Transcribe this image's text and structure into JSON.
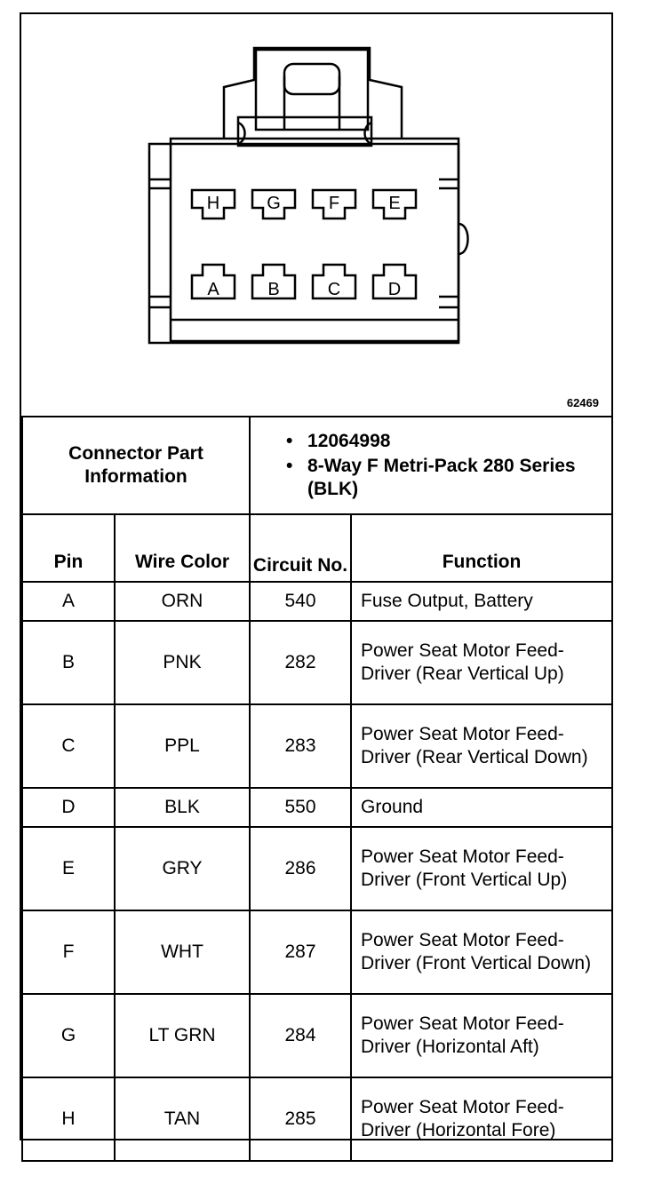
{
  "figure_id": "62469",
  "connector": {
    "pin_top_row": [
      "H",
      "G",
      "F",
      "E"
    ],
    "pin_bottom_row": [
      "A",
      "B",
      "C",
      "D"
    ]
  },
  "part_info": {
    "label": "Connector Part Information",
    "items": [
      "12064998",
      "8-Way F Metri-Pack 280 Series (BLK)"
    ]
  },
  "headers": {
    "pin": "Pin",
    "wire_color": "Wire Color",
    "circuit": "Circuit No.",
    "function": "Function"
  },
  "rows": [
    {
      "pin": "A",
      "wire_color": "ORN",
      "circuit": "540",
      "function": "Fuse Output, Battery"
    },
    {
      "pin": "B",
      "wire_color": "PNK",
      "circuit": "282",
      "function": "Power Seat Motor Feed-Driver (Rear Vertical Up)"
    },
    {
      "pin": "C",
      "wire_color": "PPL",
      "circuit": "283",
      "function": "Power Seat Motor Feed-Driver (Rear Vertical Down)"
    },
    {
      "pin": "D",
      "wire_color": "BLK",
      "circuit": "550",
      "function": "Ground"
    },
    {
      "pin": "E",
      "wire_color": "GRY",
      "circuit": "286",
      "function": "Power Seat Motor Feed-Driver (Front Vertical Up)"
    },
    {
      "pin": "F",
      "wire_color": "WHT",
      "circuit": "287",
      "function": "Power Seat Motor Feed-Driver (Front Vertical Down)"
    },
    {
      "pin": "G",
      "wire_color": "LT GRN",
      "circuit": "284",
      "function": "Power Seat Motor Feed-Driver (Horizontal Aft)"
    },
    {
      "pin": "H",
      "wire_color": "TAN",
      "circuit": "285",
      "function": "Power Seat Motor Feed-Driver (Horizontal Fore)"
    }
  ]
}
